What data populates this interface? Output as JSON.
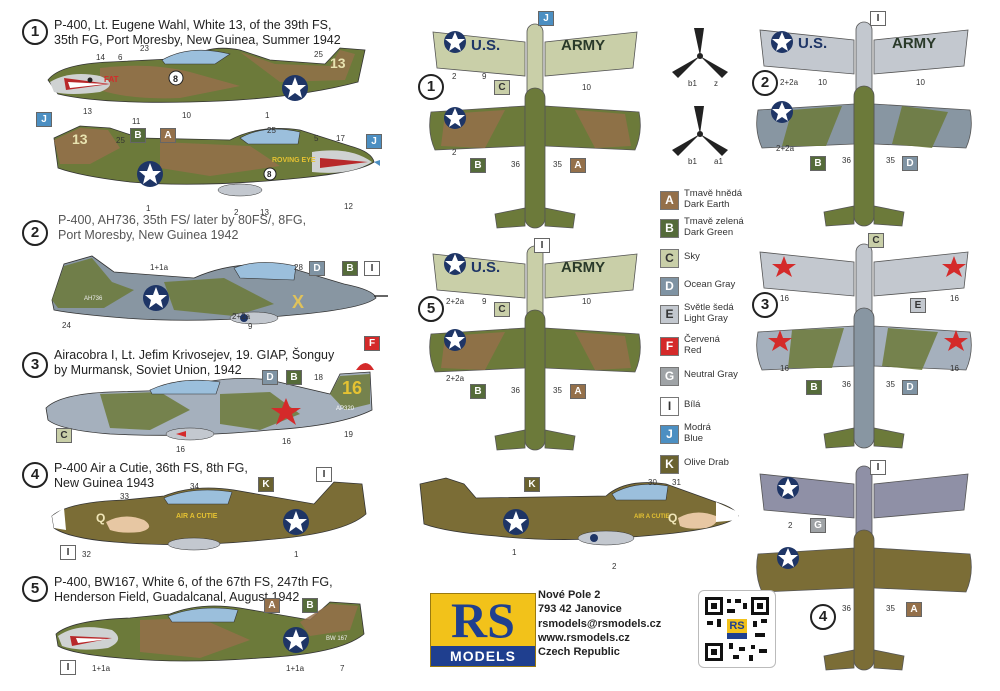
{
  "colors": {
    "olive": "#6c7a3a",
    "brown": "#8b6a3d",
    "earth": "#94704a",
    "sky": "#c9cfa8",
    "ocean": "#7f93a3",
    "lightgray": "#c3c8cf",
    "red": "#d42a2a",
    "neutral": "#9fa3a6",
    "blue": "#4c8fc2",
    "oliveDrab": "#6a6230",
    "usblue": "#1e3566"
  },
  "profiles": [
    {
      "num": "1",
      "caption": [
        "P-400, Lt. Eugene Wahl, White 13, of the 39th FS,",
        "35th FG, Port Moresby, New Guinea, Summer 1942"
      ]
    },
    {
      "num": "2",
      "caption": [
        "P-400, AH736, 35th FS/ later by 80FS/, 8FG,",
        "Port Moresby, New Guinea 1942"
      ]
    },
    {
      "num": "3",
      "caption": [
        "Airacobra I, Lt. Jefim Krivosejev, 19. GIAP, Šonguy",
        "by Murmansk, Soviet Union, 1942"
      ]
    },
    {
      "num": "4",
      "caption": [
        "P-400 Air a Cutie, 36th FS, 8th FG,",
        "New Guinea 1943"
      ]
    },
    {
      "num": "5",
      "caption": [
        "P-400, BW167, White 6, of the 67th FS, 247th FG,",
        "Henderson Field, Guadalcanal, August 1942"
      ]
    }
  ],
  "markings": {
    "n13": "13",
    "n16": "16",
    "q": "Q",
    "ah736": "AH736",
    "ap320": "AP320",
    "bw167": "BW 167",
    "us": "U.S.",
    "army": "ARMY",
    "cutie": "AIR A CUTIE",
    "eye": "ROVING EYE",
    "x": "X",
    "fat": "FAT",
    "six": "6",
    "eight": "8"
  },
  "callouts": {
    "c1": "1",
    "c1a": "1+1a",
    "c2": "2",
    "c2a": "2+2a",
    "c5": "5",
    "c6": "6",
    "c7": "7",
    "c9": "9",
    "c10": "10",
    "c11": "11",
    "c12": "12",
    "c13": "13",
    "c14": "14",
    "c16": "16",
    "c17": "17",
    "c18": "18",
    "c19": "19",
    "c23": "23",
    "c24": "24",
    "c25": "25",
    "c28": "28",
    "c30": "30",
    "c31": "31",
    "c32": "32",
    "c33": "33",
    "c34": "34",
    "c35": "35",
    "c36": "36",
    "b1": "b1",
    "a1": "a1",
    "z": "z"
  },
  "legend": [
    {
      "code": "A",
      "line1": "Tmavě hnědá",
      "line2": "Dark Earth",
      "color": "#94704a",
      "text": "#ffffff"
    },
    {
      "code": "B",
      "line1": "Tmavě zelená",
      "line2": "Dark Green",
      "color": "#556b3a",
      "text": "#ffffff"
    },
    {
      "code": "C",
      "line1": "Sky",
      "line2": "",
      "color": "#c9cfa8",
      "text": "#333333"
    },
    {
      "code": "D",
      "line1": "Ocean Gray",
      "line2": "",
      "color": "#7f93a3",
      "text": "#ffffff"
    },
    {
      "code": "E",
      "line1": "Světle šedá",
      "line2": "Light Gray",
      "color": "#c3c8cf",
      "text": "#333333"
    },
    {
      "code": "F",
      "line1": "Červená",
      "line2": "Red",
      "color": "#d42a2a",
      "text": "#ffffff"
    },
    {
      "code": "G",
      "line1": "Neutral Gray",
      "line2": "",
      "color": "#9fa3a6",
      "text": "#ffffff"
    },
    {
      "code": "I",
      "line1": "Bílá",
      "line2": "",
      "color": "#ffffff",
      "text": "#333333"
    },
    {
      "code": "J",
      "line1": "Modrá",
      "line2": "Blue",
      "color": "#4c8fc2",
      "text": "#ffffff"
    },
    {
      "code": "K",
      "line1": "Olive Drab",
      "line2": "",
      "color": "#6a6230",
      "text": "#ffffff"
    }
  ],
  "brand": {
    "rs": "RS",
    "models": "MODELS"
  },
  "address": [
    "Nové Pole 2",
    "793 42 Janovice",
    "rsmodels@rsmodels.cz",
    "www.rsmodels.cz",
    "Czech Republic"
  ]
}
